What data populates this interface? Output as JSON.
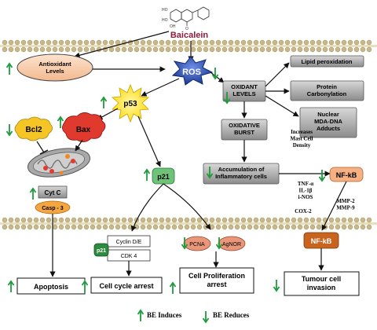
{
  "compound": {
    "name": "Baicalein",
    "structure_labels": [
      "HO",
      "HO",
      "OH",
      "O"
    ]
  },
  "nodes": {
    "antioxidant": "Antioxidant\nLevels",
    "ros": "ROS",
    "p53": "p53",
    "bcl2": "Bcl2",
    "bax": "Bax",
    "cytc": "Cyt C",
    "casp3": "Casp - 3",
    "oxidant": "OXIDANT\nLEVELS",
    "oxidative_burst": "OXIDATIVE\nBURST",
    "lipid": "Lipid peroxidation",
    "protein": "Protein\nCarbonylation",
    "nuclear": "Nuclear\nMDA-DNA\nAdducts",
    "accumulation": "Accumulation of\nInflammatory cells",
    "mast": "Increases\nMast Cell\nDensity",
    "cytokines": "TNF-α\nIL-1β\ni-NOS",
    "cox2": "COX-2",
    "mmp": "MMP-2\nMMP-9",
    "nfkb_top": "NF-kB",
    "nfkb_bottom": "NF-kB",
    "p21": "p21",
    "p21_small": "p21",
    "cyclin": "Cyclin D/E",
    "cdk4": "CDK 4",
    "pcna": "PCNA",
    "agnor": "AgNOR"
  },
  "outcomes": {
    "apoptosis": "Apoptosis",
    "cell_cycle": "Cell cycle arrest",
    "proliferation": "Cell Proliferation\narrest",
    "tumour": "Tumour cell\ninvasion"
  },
  "legend": {
    "induces": "BE Induces",
    "reduces": "BE Reduces"
  },
  "colors": {
    "induce_arrow": "#1e9b3c",
    "reduce_arrow": "#1e9b3c",
    "title": "#8a1c3c",
    "membrane": "#c9b98a",
    "gray_box": "#a0a0a0",
    "nfkb": "#f6b083",
    "nfkb_dark": "#c8641e",
    "p53": "#ffe94a",
    "bcl2": "#f5c526",
    "bax": "#e03a2e",
    "p21": "#6fc27a",
    "ros": "#2a4fb0"
  }
}
